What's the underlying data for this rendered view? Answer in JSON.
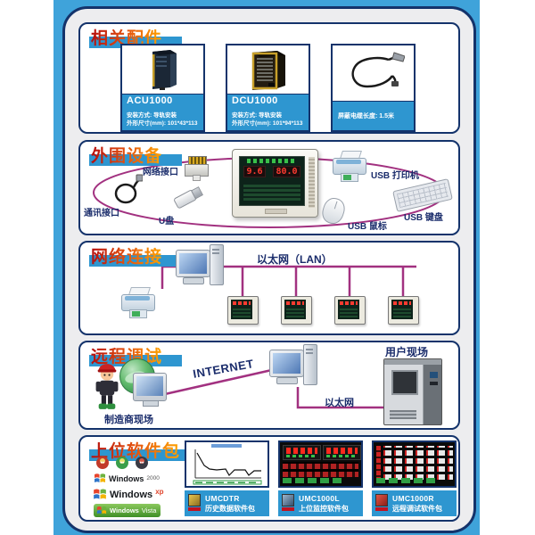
{
  "colors": {
    "page_blue": "#3fa3da",
    "panel_border": "#14336b",
    "band_blue": "#2e96d0",
    "line_magenta": "#a23180",
    "label_navy": "#1a2c6b",
    "header_gradient_from": "#b50d0d",
    "header_gradient_to": "#ffa400"
  },
  "accessories": {
    "title": "相关配件",
    "cards": [
      {
        "name": "ACU1000",
        "line1": "安装方式: 导轨安装",
        "line2": "外形尺寸(mm): 101*43*113"
      },
      {
        "name": "DCU1000",
        "line1": "安装方式: 导轨安装",
        "line2": "外形尺寸(mm): 101*94*113"
      },
      {
        "caption": "屏蔽电缆长度: 1.5米"
      }
    ]
  },
  "peripherals": {
    "title": "外围设备",
    "labels": {
      "network_port": "网络接口",
      "comm_port": "通讯接口",
      "usb_disk": "U盘",
      "usb_printer": "USB 打印机",
      "usb_keyboard": "USB 键盘",
      "usb_mouse": "USB 鼠标"
    },
    "device_screen": {
      "value1": "9.6",
      "value2": "80.0"
    }
  },
  "network": {
    "title": "网络连接",
    "lan_label": "以太网（LAN）"
  },
  "remote": {
    "title": "远程调试",
    "internet_label": "INTERNET",
    "ethernet_label": "以太网",
    "manufacturer_site": "制造商现场",
    "user_site": "用户现场"
  },
  "software": {
    "title": "上位软件包",
    "os": [
      {
        "brand": "Windows",
        "ver": "2000"
      },
      {
        "brand": "Windows",
        "ver": "xp"
      },
      {
        "brand": "Windows",
        "ver": "Vista"
      }
    ],
    "packages": [
      {
        "code": "UMCDTR",
        "desc": "历史数据软件包"
      },
      {
        "code": "UMC1000L",
        "desc": "上位监控软件包"
      },
      {
        "code": "UMC1000R",
        "desc": "远程调试软件包"
      }
    ]
  }
}
